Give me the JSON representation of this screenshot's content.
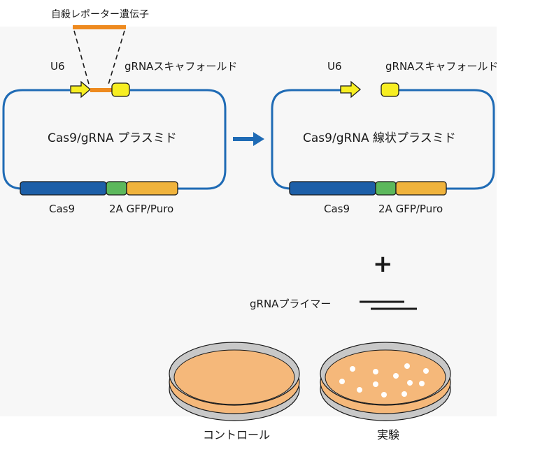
{
  "labels": {
    "suicide_reporter": "自殺レポーター遺伝子",
    "u6_left": "U6",
    "scaffold_left": "gRNAスキャフォールド",
    "u6_right": "U6",
    "scaffold_right": "gRNAスキャフォールド",
    "plasmid_left": "Cas9/gRNA プラスミド",
    "plasmid_right": "Cas9/gRNA 線状プラスミド",
    "cas9_left": "Cas9",
    "gfp_left": "2A GFP/Puro",
    "cas9_right": "Cas9",
    "gfp_right": "2A GFP/Puro",
    "plus": "+",
    "primer": "gRNAプライマー",
    "control": "コントロール",
    "experiment": "実験"
  },
  "colors": {
    "plasmid_outline": "#1f6bb5",
    "cas9_segment": "#1d5fa8",
    "green_2a": "#5cb85c",
    "gfp_puro": "#f0b33c",
    "u6_arrow": "#f7ee22",
    "scaffold_box": "#f7ee22",
    "reporter_insert": "#ee8a1f",
    "transition_arrow": "#1f6bb5",
    "dish_rim": "#c8c8c8",
    "agar": "#f5b87a",
    "colony": "#ffffff",
    "plate_background": "#f7f7f7"
  },
  "icons": {
    "u6": "promoter-arrow-icon",
    "scaffold": "scaffold-box-icon",
    "transition": "right-arrow-icon",
    "primer": "double-line-primer-icon",
    "control_dish": "petri-dish-icon",
    "experiment_dish": "petri-dish-with-colonies-icon"
  }
}
